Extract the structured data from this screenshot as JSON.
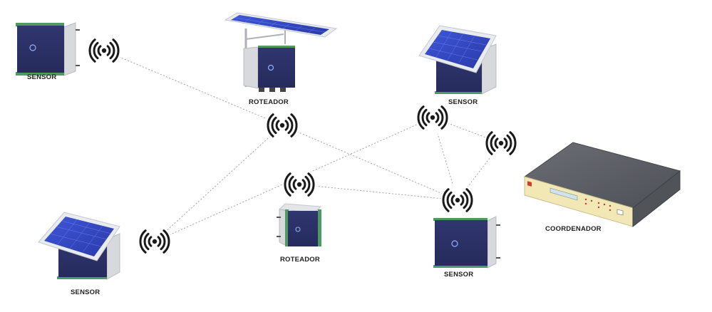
{
  "nodes": [
    {
      "id": "sensor-top-left",
      "role": "sensor",
      "label": "SENSOR",
      "has_solar_panel": false
    },
    {
      "id": "router-top",
      "role": "router",
      "label": "ROTEADOR",
      "has_solar_panel": true
    },
    {
      "id": "sensor-top-right",
      "role": "sensor",
      "label": "SENSOR",
      "has_solar_panel": true
    },
    {
      "id": "sensor-bottom-left",
      "role": "sensor",
      "label": "SENSOR",
      "has_solar_panel": true
    },
    {
      "id": "router-middle",
      "role": "router",
      "label": "ROTEADOR",
      "has_solar_panel": false
    },
    {
      "id": "sensor-bottom-right",
      "role": "sensor",
      "label": "SENSOR",
      "has_solar_panel": false
    },
    {
      "id": "coordinator",
      "role": "coordinator",
      "label": "COORDENADOR",
      "has_solar_panel": false
    }
  ],
  "links": [
    [
      "sensor-top-left",
      "router-top"
    ],
    [
      "router-top",
      "sensor-bottom-right"
    ],
    [
      "router-top",
      "sensor-bottom-left"
    ],
    [
      "sensor-bottom-left",
      "sensor-top-right"
    ],
    [
      "router-middle",
      "sensor-bottom-right"
    ],
    [
      "sensor-top-right",
      "sensor-bottom-right"
    ],
    [
      "sensor-top-right",
      "coordinator"
    ],
    [
      "sensor-bottom-right",
      "coordinator"
    ]
  ],
  "colors": {
    "link": "#9a9a9a",
    "wireless_icon": "#1a1a1a",
    "enclosure_face": "#2c3168",
    "enclosure_side": "#d7d9dc",
    "enclosure_rail": "#4f9a62",
    "solar_cell": "#3448c8",
    "solar_frame": "#e9ecef",
    "device_top": "#5d6066",
    "device_front": "#f2e8b6"
  },
  "icons": {
    "wireless": "wireless-signal-icon",
    "enclosure_logo": "enclosure-logo-icon"
  }
}
